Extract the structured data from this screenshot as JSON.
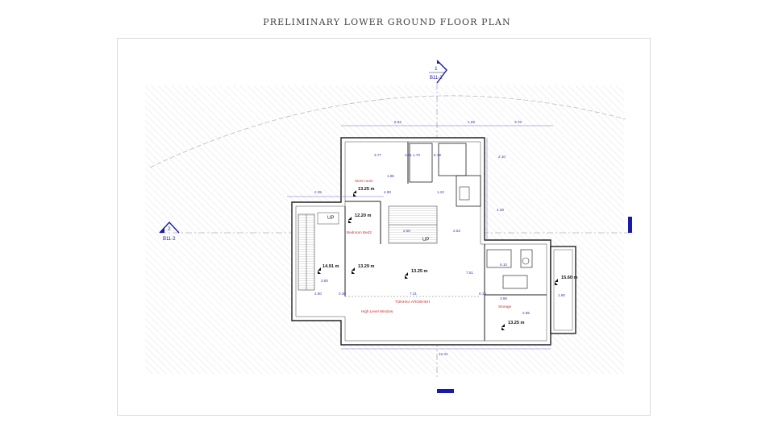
{
  "page": {
    "title": "PRELIMINARY LOWER GROUND FLOOR PLAN"
  },
  "section_markers": {
    "top": {
      "number": "1",
      "ref": "B11-2"
    },
    "left": {
      "number": "2",
      "ref": "B11-2"
    }
  },
  "rooms": [
    {
      "key": "store",
      "label": "Store room",
      "area": "13.25 m"
    },
    {
      "key": "bed",
      "label": "Bedroom Bed3",
      "area": "12.20 m"
    },
    {
      "key": "living",
      "label": "ΤΟΝΗΧΑ ΑΠΟΘΗΚΗ",
      "area": "13.25 m"
    },
    {
      "key": "storage",
      "label": "Storage",
      "area": "13.25 m"
    },
    {
      "key": "high",
      "label": "High Level Window"
    },
    {
      "key": "stair",
      "area": "14.91 m"
    },
    {
      "key": "hall",
      "area": "13.29 m"
    },
    {
      "key": "wc",
      "area": "15.60 m"
    }
  ],
  "dimensions": [
    "8.62",
    "1.69",
    "3.78",
    "3.77",
    "1.70",
    "5.78",
    "2.35",
    "4.90",
    "1.22",
    "4.29",
    "2.50",
    "2.52",
    "3.80",
    "0.30",
    "7.21",
    "0.18",
    "3.66",
    "2.50",
    "1.80",
    "12.31",
    "6.10",
    "7.51",
    "3.61",
    "1.85",
    "2.85",
    "2.10"
  ],
  "labels": {
    "up1": "UP",
    "up2": "UP"
  },
  "colors": {
    "marker": "#1a1aa8",
    "dimension": "#3a3ab0",
    "room_label": "#d02a2a",
    "walls": "#222222"
  }
}
